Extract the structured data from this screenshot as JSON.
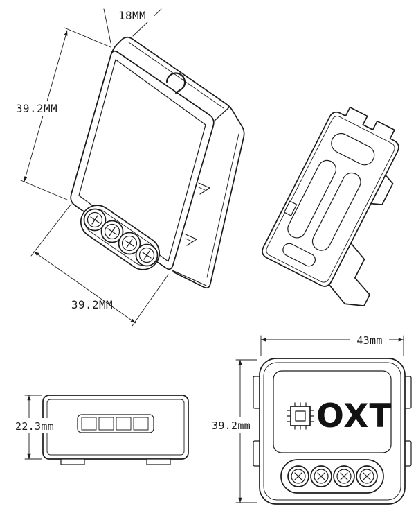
{
  "colors": {
    "line": "#1c1c1c",
    "background": "#ffffff"
  },
  "views": {
    "isometric": {
      "dim_depth": "18MM",
      "dim_height": "39.2MM",
      "dim_width": "39.2MM"
    },
    "side": {
      "dim_height": "22.3mm"
    },
    "front": {
      "dim_width": "43mm",
      "dim_height": "39.2mm",
      "logo_text": "OXT"
    }
  },
  "icons": {
    "hook": "hook-icon",
    "chip": "chip-icon",
    "screw": "screw-terminal-icon"
  }
}
